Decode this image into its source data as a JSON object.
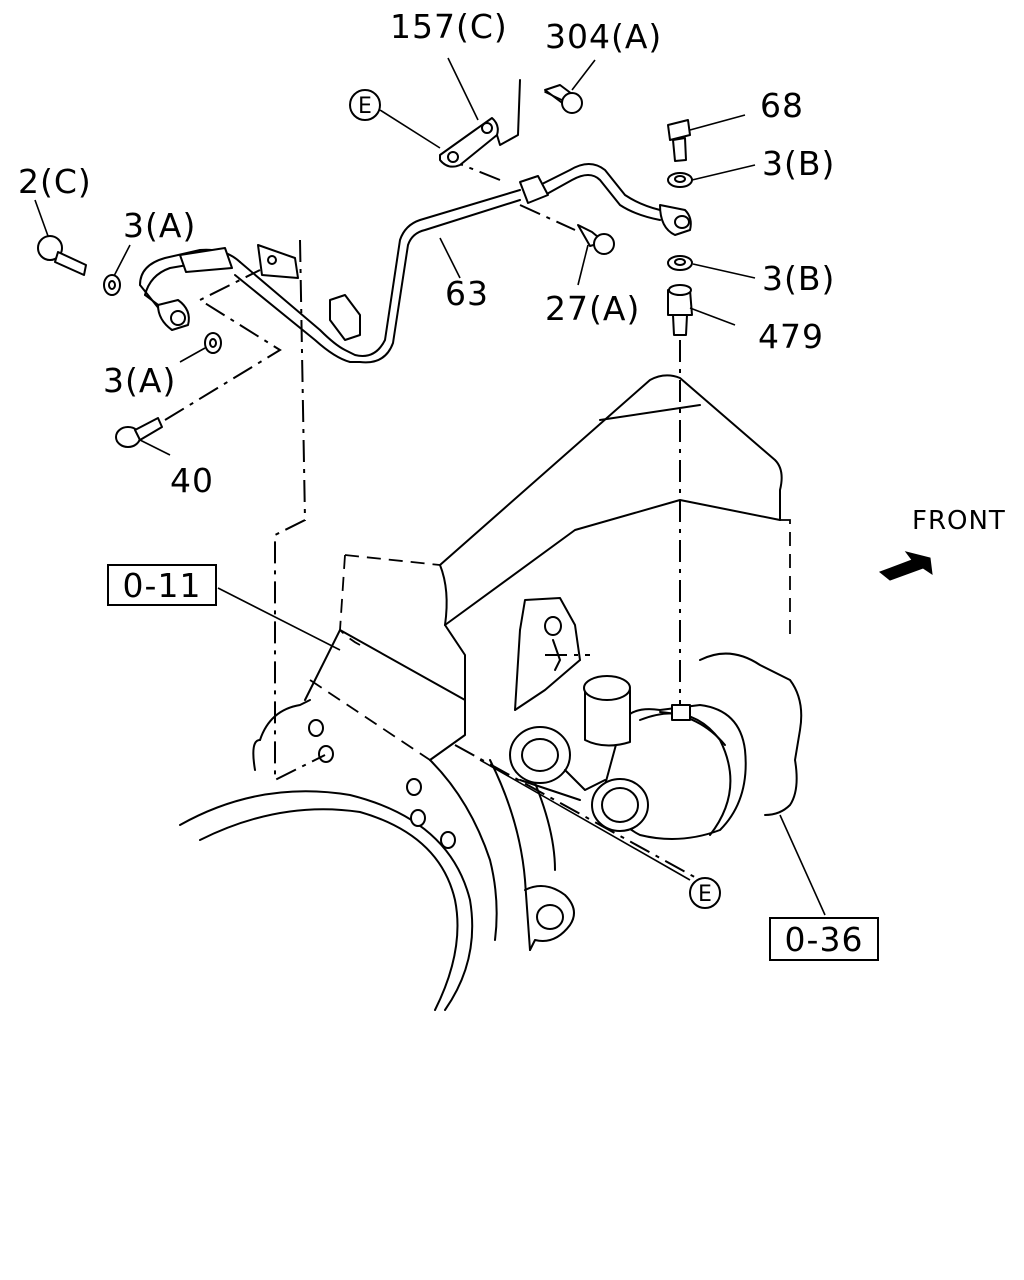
{
  "labels": {
    "p157c": "157(C)",
    "p304a": "304(A)",
    "p68": "68",
    "p3b_top": "3(B)",
    "p3b_bottom": "3(B)",
    "p479": "479",
    "p2c": "2(C)",
    "p3a_top": "3(A)",
    "p3a_bottom": "3(A)",
    "p40": "40",
    "p63": "63",
    "p27a": "27(A)",
    "front": "FRONT",
    "ref_0_11": "0-11",
    "ref_0_36": "0-36",
    "callout_e_top": "E",
    "callout_e_bottom": "E"
  },
  "colors": {
    "line": "#000000",
    "background": "#ffffff"
  }
}
